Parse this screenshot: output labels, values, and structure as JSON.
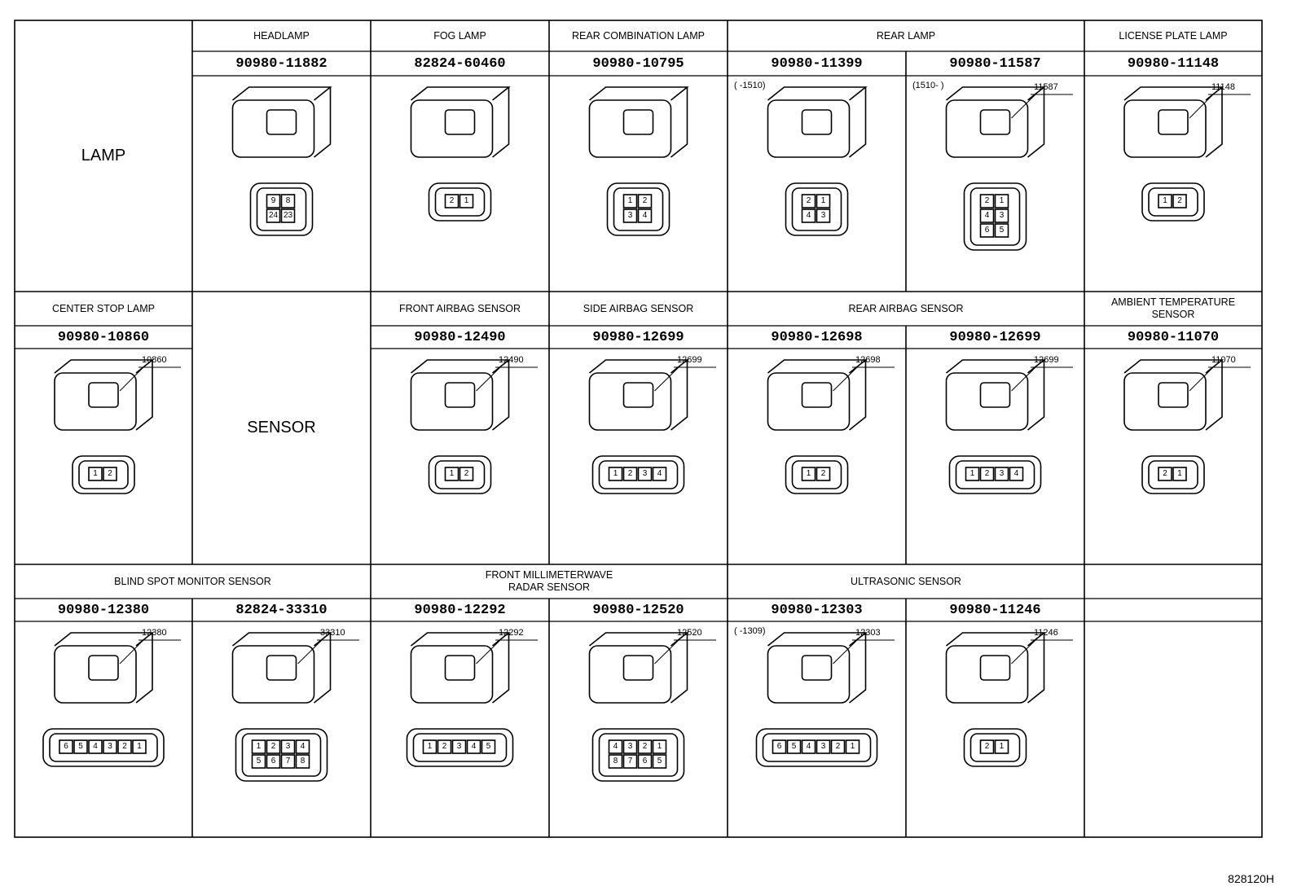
{
  "rows": [
    {
      "cells": [
        {
          "span": 1,
          "group": "LAMP",
          "big": true
        },
        {
          "span": 1,
          "title": "HEADLAMP",
          "part": "90980-11882",
          "tag": "",
          "note": "",
          "pins": [
            [
              "9",
              "8"
            ],
            [
              "24",
              "23"
            ]
          ]
        },
        {
          "span": 1,
          "title": "FOG LAMP",
          "part": "82824-60460",
          "tag": "",
          "note": "",
          "pins": [
            [
              "2",
              "1"
            ]
          ]
        },
        {
          "span": 1,
          "title": "REAR COMBINATION LAMP",
          "part": "90980-10795",
          "tag": "",
          "note": "",
          "pins": [
            [
              "1",
              "2"
            ],
            [
              "3",
              "4"
            ]
          ]
        },
        {
          "span": 1,
          "title": "REAR LAMP",
          "titleSpan": 2,
          "part": "90980-11399",
          "tag": "",
          "note": "(     -1510)",
          "pins": [
            [
              "2",
              "1"
            ],
            [
              "4",
              "3"
            ]
          ]
        },
        {
          "span": 1,
          "title": "",
          "part": "90980-11587",
          "tag": "11587",
          "note": "(1510-     )",
          "pins": [
            [
              "2",
              "1"
            ],
            [
              "4",
              "3"
            ],
            [
              "6",
              "5"
            ]
          ]
        },
        {
          "span": 1,
          "title": "LICENSE PLATE LAMP",
          "part": "90980-11148",
          "tag": "11148",
          "note": "",
          "pins": [
            [
              "1",
              "2"
            ]
          ]
        }
      ]
    },
    {
      "cells": [
        {
          "span": 1,
          "title": "CENTER STOP LAMP",
          "part": "90980-10860",
          "tag": "10860",
          "note": "",
          "pins": [
            [
              "1",
              "2"
            ]
          ]
        },
        {
          "span": 1,
          "group": "SENSOR",
          "big": true
        },
        {
          "span": 1,
          "title": "FRONT AIRBAG SENSOR",
          "part": "90980-12490",
          "tag": "12490",
          "note": "",
          "pins": [
            [
              "1",
              "2"
            ]
          ]
        },
        {
          "span": 1,
          "title": "SIDE AIRBAG SENSOR",
          "part": "90980-12699",
          "tag": "12699",
          "note": "",
          "pins": [
            [
              "1",
              "2",
              "3",
              "4"
            ]
          ]
        },
        {
          "span": 1,
          "title": "REAR AIRBAG SENSOR",
          "titleSpan": 2,
          "part": "90980-12698",
          "tag": "12698",
          "note": "",
          "pins": [
            [
              "1",
              "2"
            ]
          ]
        },
        {
          "span": 1,
          "title": "",
          "part": "90980-12699",
          "tag": "12699",
          "note": "",
          "pins": [
            [
              "1",
              "2",
              "3",
              "4"
            ]
          ]
        },
        {
          "span": 1,
          "title": "AMBIENT TEMPERATURE\nSENSOR",
          "part": "90980-11070",
          "tag": "11070",
          "note": "",
          "pins": [
            [
              "2",
              "1"
            ]
          ]
        }
      ]
    },
    {
      "cells": [
        {
          "span": 1,
          "title": "BLIND SPOT MONITOR SENSOR",
          "titleSpan": 2,
          "part": "90980-12380",
          "tag": "12380",
          "note": "",
          "pins": [
            [
              "6",
              "5",
              "4",
              "3",
              "2",
              "1"
            ]
          ]
        },
        {
          "span": 1,
          "title": "",
          "part": "82824-33310",
          "tag": "33310",
          "note": "",
          "pins": [
            [
              "1",
              "2",
              "3",
              "4"
            ],
            [
              "5",
              "6",
              "7",
              "8"
            ]
          ]
        },
        {
          "span": 1,
          "title": "FRONT MILLIMETERWAVE\nRADAR SENSOR",
          "titleSpan": 2,
          "part": "90980-12292",
          "tag": "12292",
          "note": "",
          "pins": [
            [
              "1",
              "2",
              "3",
              "4",
              "5"
            ]
          ]
        },
        {
          "span": 1,
          "title": "",
          "part": "90980-12520",
          "tag": "12520",
          "note": "",
          "pins": [
            [
              "4",
              "3",
              "2",
              "1"
            ],
            [
              "8",
              "7",
              "6",
              "5"
            ]
          ]
        },
        {
          "span": 1,
          "title": "ULTRASONIC SENSOR",
          "titleSpan": 2,
          "part": "90980-12303",
          "tag": "12303",
          "note": "(     -1309)",
          "pins": [
            [
              "6",
              "5",
              "4",
              "3",
              "2",
              "1"
            ]
          ]
        },
        {
          "span": 1,
          "title": "",
          "part": "90980-11246",
          "tag": "11246",
          "note": "",
          "pins": [
            [
              "2",
              "1"
            ]
          ]
        },
        {
          "span": 1,
          "title": "",
          "part": "",
          "tag": "",
          "note": "",
          "pins": []
        }
      ]
    }
  ],
  "drawing_code": "828120H"
}
